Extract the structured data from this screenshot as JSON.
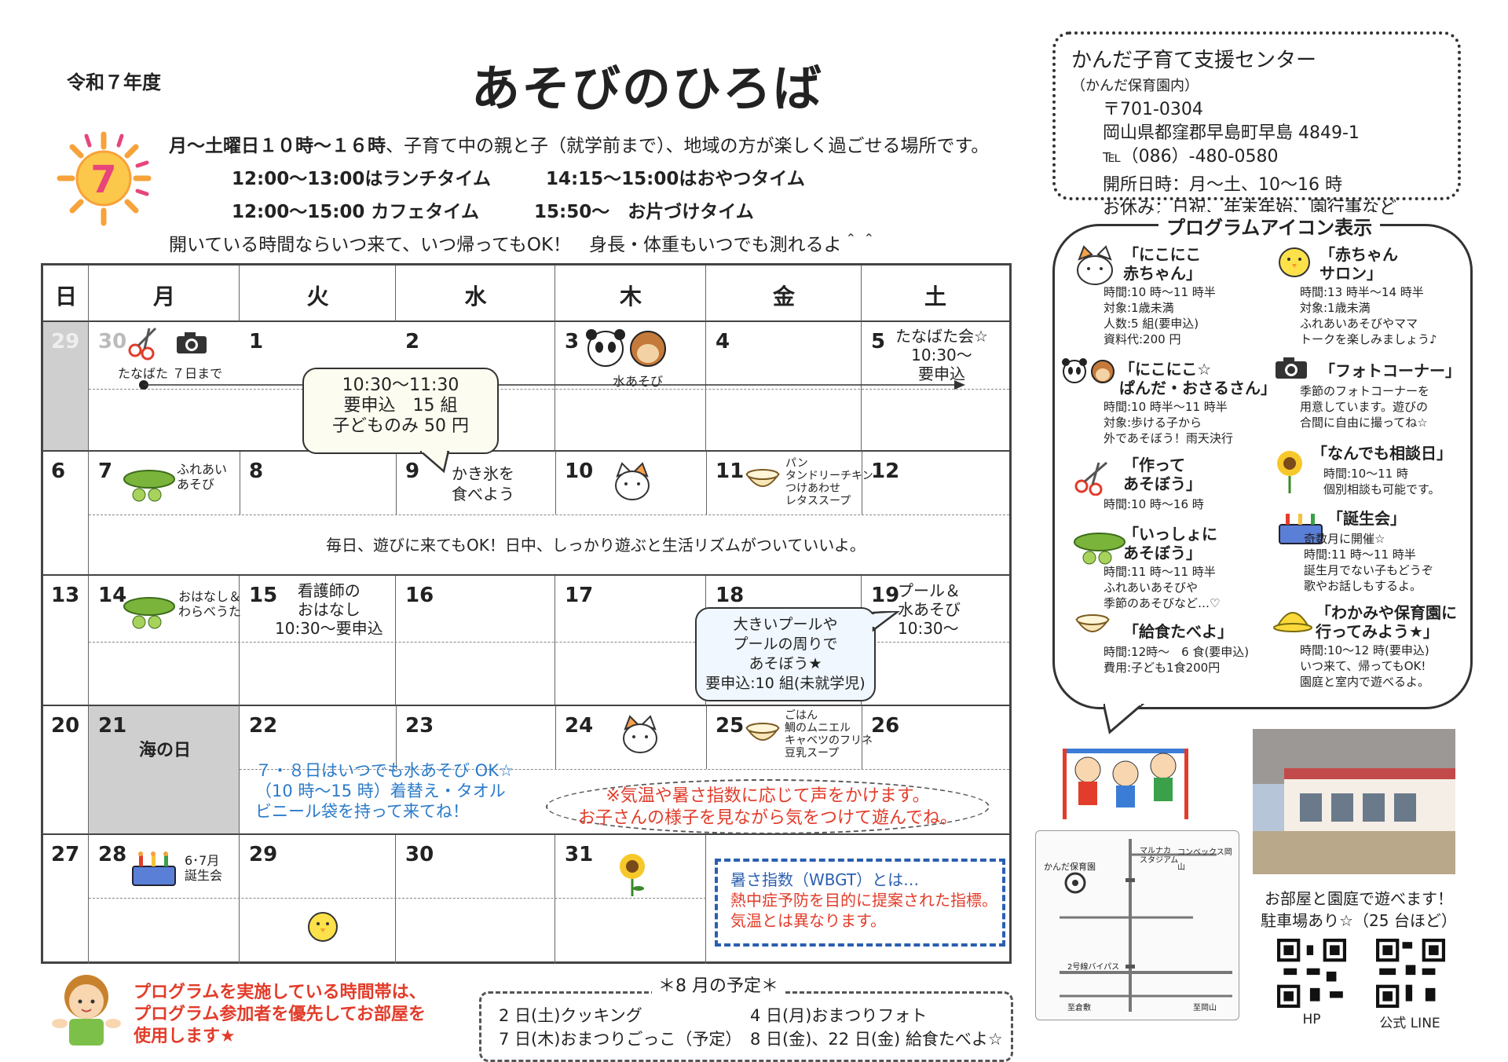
{
  "header": {
    "era": "令和７年度",
    "title": "あそびのひろば",
    "month_badge": "7",
    "intro_bold": "月～土曜日１０時～１６時",
    "intro_rest": "、子育て中の親と子（就学前まで）、地域の方が楽しく過ごせる場所です。",
    "lunch": "12:00～13:00はランチタイム",
    "snack": "14:15～15:00はおやつタイム",
    "cafe": "12:00～15:00 カフェタイム",
    "cleanup": "15:50～　お片づけタイム",
    "open_note": "開いている時間ならいつ来て、いつ帰ってもOK！　身長・体重もいつでも測れるよ＾＾"
  },
  "info": {
    "name": "かんだ子育て支援センター",
    "name_sub": "（かんだ保育園内）",
    "postal": "〒701-0304",
    "address": "岡山県都窪郡早島町早島 4849-1",
    "tel": "℡（086）-480-0580",
    "open_days": "開所日時：月～土、10～16 時",
    "closed": "お休み：日祝、年末年始、園行事など"
  },
  "calendar": {
    "weekdays": [
      "日",
      "月",
      "火",
      "水",
      "木",
      "金",
      "土"
    ],
    "days": {
      "d29": "29",
      "d30": "30",
      "d1": "1",
      "d2": "2",
      "d3": "3",
      "d4": "4",
      "d5": "5",
      "d6": "6",
      "d7": "7",
      "d8": "8",
      "d9": "9",
      "d10": "10",
      "d11": "11",
      "d12": "12",
      "d13": "13",
      "d14": "14",
      "d15": "15",
      "d16": "16",
      "d17": "17",
      "d18": "18",
      "d19": "19",
      "d20": "20",
      "d21": "21",
      "d22": "22",
      "d23": "23",
      "d24": "24",
      "d25": "25",
      "d26": "26",
      "d27": "27",
      "d28": "28",
      "d29b": "29",
      "d30b": "30",
      "d31": "31"
    },
    "events": {
      "tanabata_until": "たなばた ７日まで",
      "tanabata_party": "たなばた会☆\n10:30～\n要申込",
      "water_play": "水あそび",
      "bubble1": "10:30～11:30\n要申込　15 組\n子どものみ 50 円",
      "fureai": "ふれあい\nあそび",
      "kakigori": "かき氷を\n食べよう",
      "menu11": "パン\nタンドリーチキン\nつけあわせ\nレタススープ",
      "daily": "毎日、遊びに来てもOK！日中、しっかり遊ぶと生活リズムがついていいよ。",
      "ohanashi": "おはなし＆\nわらべうた",
      "nurse": "看護師の\nおはなし\n10:30～要申込",
      "pool": "プール＆\n水あそび\n10:30～",
      "bubble2": "大きいプールや\nプールの周りで\nあそぼう★\n要申込:10 組(未就学児)",
      "umi": "海の日",
      "waterplay_note": "７・８日はいつでも水あそび OK☆\n（10 時～15 時）着替え・タオル\nビニール袋を持って来てね！",
      "menu25": "ごはん\n鯛のムニエル\nキャベツのフリネ\n豆乳スープ",
      "bday": "6･7月\n誕生会",
      "heat": "※気温や暑さ指数に応じて声をかけます。\nお子さんの様子を見ながら気をつけて遊んでね。",
      "wbgt_title": "暑さ指数（WBGT）とは…",
      "wbgt_body": "熱中症予防を目的に提案された指標。\n気温とは異なります。"
    }
  },
  "programs": {
    "title": "プログラムアイコン表示",
    "p1_t": "「にこにこ\n赤ちゃん」",
    "p1_d": "時間:10 時～11 時半\n対象:1歳未満\n人数:5 組(要申込)\n資料代:200 円",
    "p2_t": "「赤ちゃん\nサロン」",
    "p2_d": "時間:13 時半～14 時半\n対象:1歳未満\nふれあいあそびやママ\nトークを楽しみましょう♪",
    "p3_t": "「にこにこ☆\nぱんだ・おさるさん」",
    "p3_d": "時間:10 時半～11 時半\n対象:歩ける子から\n外であそぼう！雨天決行",
    "p4_t": "「フォトコーナー」",
    "p4_d": "季節のフォトコーナーを\n用意しています。遊びの\n合間に自由に撮ってね☆",
    "p5_t": "「作って\nあそぼう」",
    "p5_d": "時間:10 時～16 時",
    "p6_t": "「なんでも相談日」",
    "p6_d": "時間:10～11 時\n個別相談も可能です。",
    "p7_t": "「いっしょに\nあそぼう」",
    "p7_d": "時間:11 時～11 時半\nふれあいあそびや\n季節のあそびなど…♡",
    "p8_t": "「誕生会」",
    "p8_d": "奇数月に開催☆\n時間:11 時～11 時半\n誕生月でない子もどうぞ\n歌やお話しもするよ。",
    "p9_t": "「給食たべよ」",
    "p9_d": "時間:12時～　6 食(要申込)\n費用:子ども1食200円",
    "p10_t": "「わかみや保育園に\n行ってみよう★」",
    "p10_d": "時間:10～12 時(要申込)\nいつ来て、帰ってもOK!\n園庭と室内で遊べるよ。"
  },
  "bottom": {
    "note": "プログラムを実施している時間帯は、\nプログラム参加者を優先してお部屋を\n使用します★",
    "aug_title": "＊8 月の予定＊",
    "aug1": "2 日(土)クッキング",
    "aug2": "4 日(月)おまつりフォト",
    "aug3": "7 日(木)おまつりごっこ（予定）",
    "aug4": "8 日(金)、22 日(金) 給食たべよ☆",
    "photo_caption": "お部屋と園庭で遊べます！\n駐車場あり☆（25 台ほど）",
    "qr_hp": "HP",
    "qr_line": "公式 LINE",
    "map_label1": "かんだ保育園",
    "map_label2": "マルナカ\nスタジアム",
    "map_label3": "コンベックス岡山",
    "map_label4": "2号線バイパス",
    "map_label5": "至倉敷",
    "map_label6": "至岡山"
  },
  "colors": {
    "red": "#e23c2a",
    "blue": "#2b7bc9",
    "sun": "#f7a23a"
  }
}
